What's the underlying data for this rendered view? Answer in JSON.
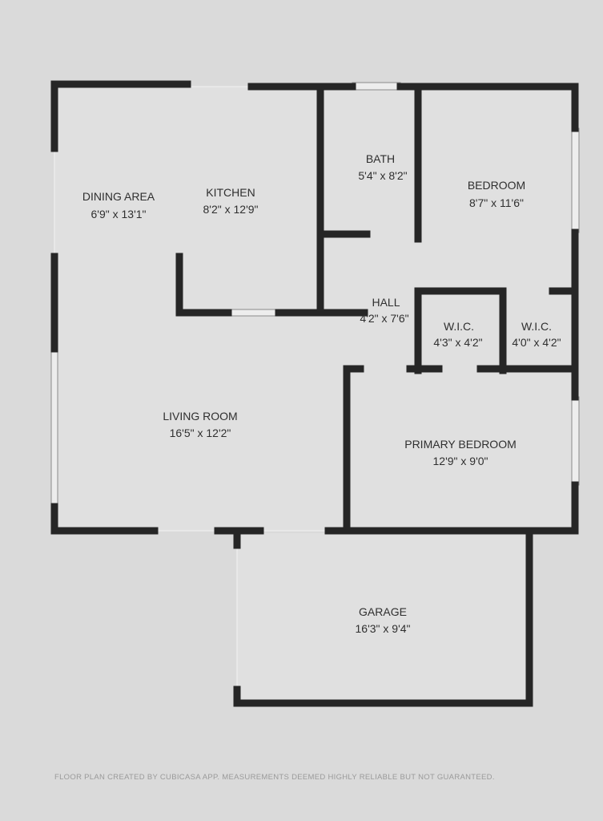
{
  "rooms": [
    {
      "name": "DINING AREA",
      "size": "6'9\" x 13'1\""
    },
    {
      "name": "KITCHEN",
      "size": "8'2\" x 12'9\""
    },
    {
      "name": "BATH",
      "size": "5'4\" x 8'2\""
    },
    {
      "name": "BEDROOM",
      "size": "8'7\" x 11'6\""
    },
    {
      "name": "HALL",
      "size": "4'2\" x 7'6\""
    },
    {
      "name": "W.I.C.",
      "size": "4'3\" x 4'2\""
    },
    {
      "name": "W.I.C.",
      "size": "4'0\" x 4'2\""
    },
    {
      "name": "LIVING ROOM",
      "size": "16'5\" x 12'2\""
    },
    {
      "name": "PRIMARY BEDROOM",
      "size": "12'9\" x 9'0\""
    },
    {
      "name": "GARAGE",
      "size": "16'3\" x 9'4\""
    }
  ],
  "footer": "FLOOR PLAN CREATED BY CUBICASA APP. MEASUREMENTS DEEMED HIGHLY RELIABLE BUT NOT GUARANTEED.",
  "colors": {
    "wall": "#262626",
    "floor": "#e0e0e0",
    "background": "#dadada"
  }
}
